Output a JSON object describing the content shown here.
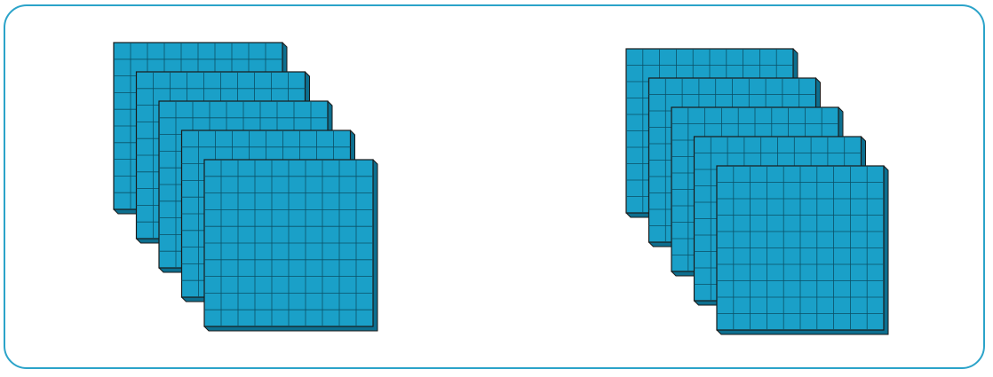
{
  "figure": {
    "frame_color": "#2ba3c9",
    "plate_color": "#1aa0c8",
    "plate_shadow_color": "#0d6f8f",
    "grid_line_color": "#0b4f66",
    "outline_color": "#1a1a1a"
  },
  "stacks": [
    {
      "name": "left-stack",
      "plates": 5,
      "grid_cells": 10
    },
    {
      "name": "right-stack",
      "plates": 5,
      "grid_cells": 10
    }
  ]
}
